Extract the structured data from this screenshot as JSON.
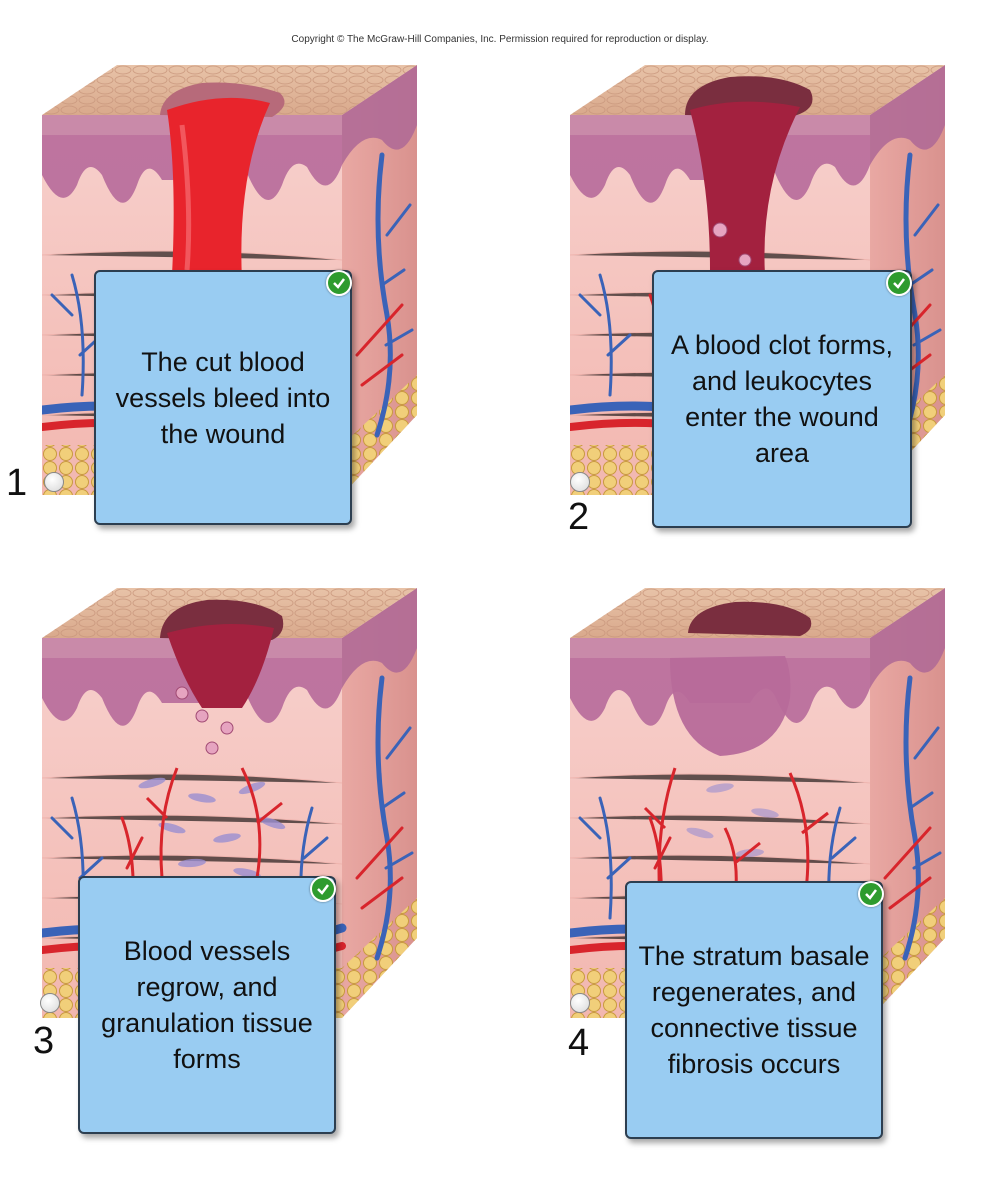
{
  "copyright": "Copyright © The McGraw-Hill Companies, Inc. Permission required for reproduction or display.",
  "steps": [
    {
      "number": "1",
      "label": "The cut blood vessels bleed into the wound"
    },
    {
      "number": "2",
      "label": "A blood clot forms, and leukocytes enter the wound area"
    },
    {
      "number": "3",
      "label": "Blood vessels regrow, and granulation tissue forms"
    },
    {
      "number": "4",
      "label": "The stratum basale regenerates, and connective tissue fibrosis occurs"
    }
  ],
  "icons": {
    "check": "check-circle-icon",
    "radio": "radio-button"
  },
  "colors": {
    "label_bg": "#99ccf2",
    "check": "#2e9b2e",
    "blood": "#e8242c",
    "clot": "#a3213f"
  }
}
